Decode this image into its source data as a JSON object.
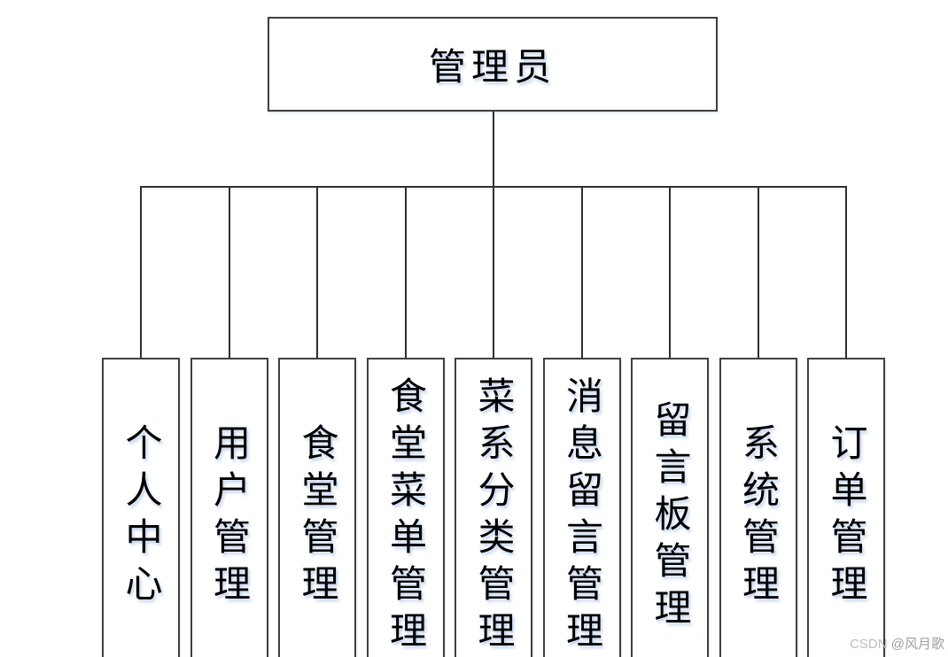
{
  "diagram": {
    "root": {
      "label": "管理员"
    },
    "branches": [
      {
        "label": "个人中心"
      },
      {
        "label": "用户管理"
      },
      {
        "label": "食堂管理"
      },
      {
        "label": "食堂菜单管理"
      },
      {
        "label": "菜系分类管理"
      },
      {
        "label": "消息留言管理"
      },
      {
        "label": "留言板管理"
      },
      {
        "label": "系统管理"
      },
      {
        "label": "订单管理"
      }
    ]
  },
  "watermark": {
    "brand": "CSDN",
    "handle": "@风月歌"
  },
  "colors": {
    "background": "#ffffff",
    "box_border": "#3f3f3f",
    "connector_line": "#2f2f2f",
    "text": "#000000",
    "text_glow": "#96b4e4",
    "watermark_brand": "#bdbdbd",
    "watermark_handle": "#9e9e9e"
  }
}
